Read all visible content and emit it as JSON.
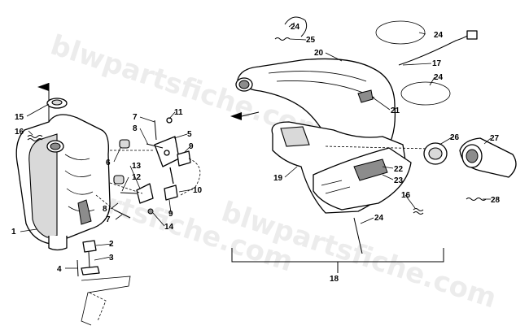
{
  "watermark": "blwpartsfiche.com",
  "callouts": [
    {
      "id": "c1",
      "text": "1"
    },
    {
      "id": "c2",
      "text": "2"
    },
    {
      "id": "c3",
      "text": "3"
    },
    {
      "id": "c4",
      "text": "4"
    },
    {
      "id": "c5",
      "text": "5"
    },
    {
      "id": "c6",
      "text": "6"
    },
    {
      "id": "c7a",
      "text": "7"
    },
    {
      "id": "c7b",
      "text": "7"
    },
    {
      "id": "c8a",
      "text": "8"
    },
    {
      "id": "c8b",
      "text": "8"
    },
    {
      "id": "c9a",
      "text": "9"
    },
    {
      "id": "c9b",
      "text": "9"
    },
    {
      "id": "c10",
      "text": "10"
    },
    {
      "id": "c11",
      "text": "11"
    },
    {
      "id": "c12",
      "text": "12"
    },
    {
      "id": "c13",
      "text": "13"
    },
    {
      "id": "c14",
      "text": "14"
    },
    {
      "id": "c15",
      "text": "15"
    },
    {
      "id": "c16a",
      "text": "16"
    },
    {
      "id": "c16b",
      "text": "16"
    },
    {
      "id": "c17",
      "text": "17"
    },
    {
      "id": "c18",
      "text": "18"
    },
    {
      "id": "c19",
      "text": "19"
    },
    {
      "id": "c20",
      "text": "20"
    },
    {
      "id": "c21",
      "text": "21"
    },
    {
      "id": "c22",
      "text": "22"
    },
    {
      "id": "c23",
      "text": "23"
    },
    {
      "id": "c24a",
      "text": "24"
    },
    {
      "id": "c24b",
      "text": "24"
    },
    {
      "id": "c24c",
      "text": "24"
    },
    {
      "id": "c24d",
      "text": "24"
    },
    {
      "id": "c25",
      "text": "25"
    },
    {
      "id": "c26",
      "text": "26"
    },
    {
      "id": "c27",
      "text": "27"
    },
    {
      "id": "c28",
      "text": "28"
    }
  ]
}
